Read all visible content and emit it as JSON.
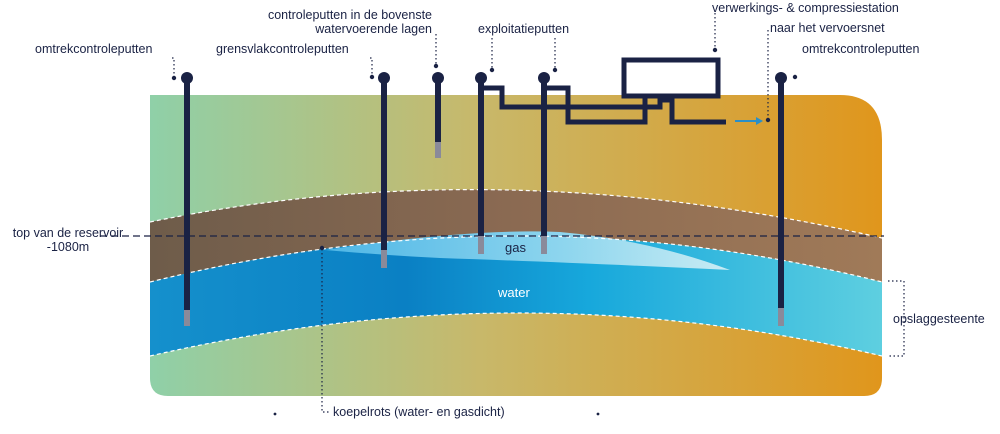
{
  "labels": {
    "omtrek_left": "omtrekcontroleputten",
    "grensvlak": "grensvlakcontroleputten",
    "controle_line1": "controleputten in de bovenste",
    "controle_line2": "watervoerende lagen",
    "exploitatie": "exploitatieputten",
    "verwerkings": "verwerkings- & compressiestation",
    "vervoersnet": "naar het vervoersnet",
    "omtrek_right": "omtrekcontroleputten",
    "top_reservoir_line1": "top van de reservoir",
    "top_reservoir_line2": "-1080m",
    "gas": "gas",
    "water": "water",
    "opslaggesteente": "opslaggesteente",
    "koepelrots": "koepelrots (water- en gasdicht)"
  },
  "colors": {
    "well": "#1a2244",
    "well_tip": "#8a8a9a",
    "green": "#8fd0a8",
    "orange": "#e0961c",
    "caprock": "#8a6a50",
    "water_dark": "#0a7fc0",
    "water_light": "#5fcbe0",
    "gas": "#9ad8ec",
    "arrow": "#2a8fc8"
  },
  "icons": [
    "dotted-leader-line",
    "arrow-right-icon"
  ]
}
